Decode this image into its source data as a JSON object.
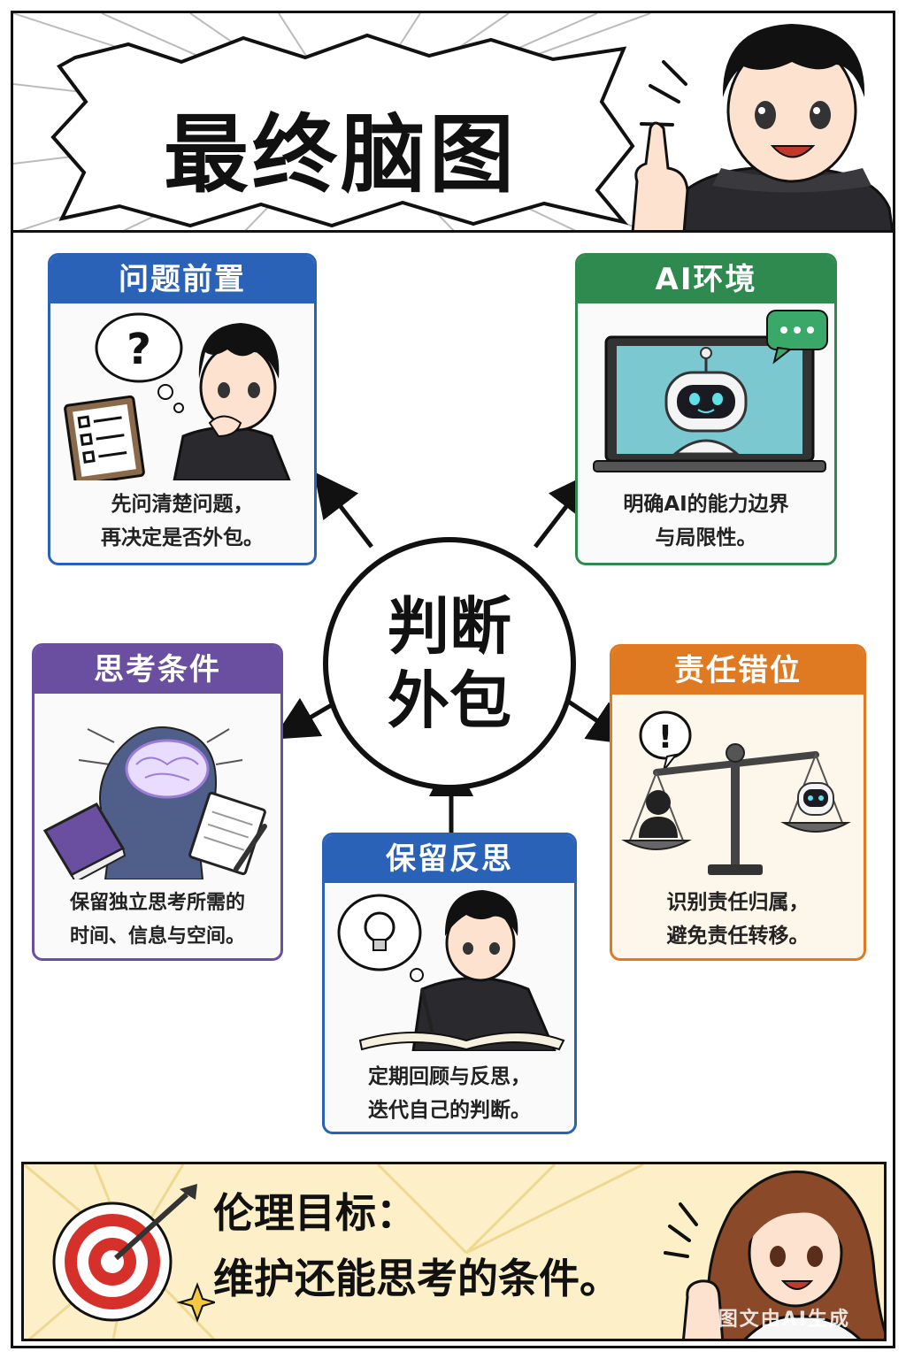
{
  "header": {
    "title": "最终脑图"
  },
  "center": {
    "line1": "判断",
    "line2": "外包"
  },
  "cards": {
    "problem_first": {
      "title": "问题前置",
      "caption1": "先问清楚问题，",
      "caption2": "再决定是否外包。",
      "color": "#2a62b8"
    },
    "ai_env": {
      "title": "AI环境",
      "caption1": "明确AI的能力边界",
      "caption2": "与局限性。",
      "color": "#2e8a4e"
    },
    "thinking": {
      "title": "思考条件",
      "caption1": "保留独立思考所需的",
      "caption2": "时间、信息与空间。",
      "color": "#6a4fa0"
    },
    "responsibility": {
      "title": "责任错位",
      "caption1": "识别责任归属，",
      "caption2": "避免责任转移。",
      "color": "#e07a22"
    },
    "reflection": {
      "title": "保留反思",
      "caption1": "定期回顾与反思，",
      "caption2": "迭代自己的判断。",
      "color": "#2a62b8"
    }
  },
  "footer": {
    "line1": "伦理目标：",
    "line2": "维护还能思考的条件。"
  },
  "watermark": "图文由AI生成"
}
